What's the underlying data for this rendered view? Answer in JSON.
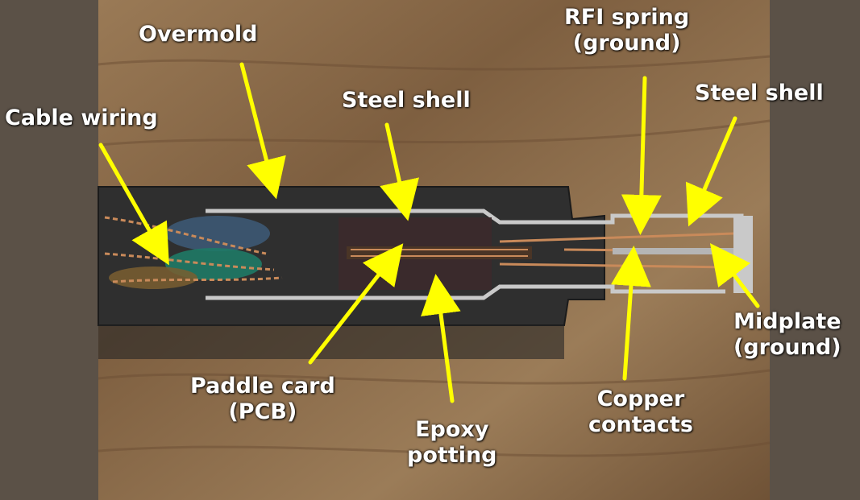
{
  "labels": {
    "overmold": "Overmold",
    "cable_wiring": "Cable wiring",
    "steel_shell_left": "Steel shell",
    "rfi_spring_1": "RFI spring",
    "rfi_spring_2": "(ground)",
    "steel_shell_right": "Steel shell",
    "midplate_1": "Midplate",
    "midplate_2": "(ground)",
    "paddle_card_1": "Paddle card",
    "paddle_card_2": "(PCB)",
    "epoxy_1": "Epoxy",
    "epoxy_2": "potting",
    "copper_1": "Copper",
    "copper_2": "contacts"
  },
  "colors": {
    "arrow": "#ffff00",
    "label_text": "#ffffff",
    "side_bars": "#5b5147",
    "wood_background": "#8a6a4a",
    "connector_body": "#2e2e2e",
    "steel": "#c9c9c9",
    "copper": "#c98a5a"
  }
}
